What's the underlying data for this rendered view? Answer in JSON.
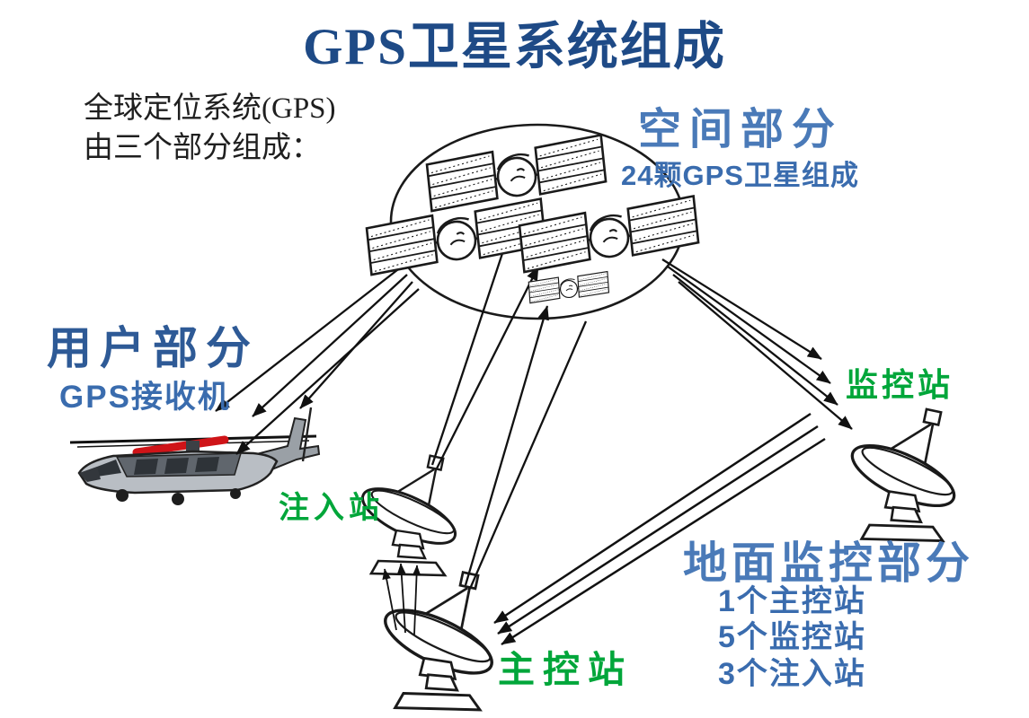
{
  "title": "GPS卫星系统组成",
  "intro": {
    "line1": "全球定位系统(GPS)",
    "line2": "由三个部分组成："
  },
  "space_segment": {
    "heading": "空间部分",
    "detail": "24颗GPS卫星组成"
  },
  "user_segment": {
    "heading": "用户部分",
    "detail": "GPS接收机"
  },
  "ground_segment": {
    "heading": "地面监控部分",
    "items": [
      "1个主控站",
      "5个监控站",
      "3个注入站"
    ]
  },
  "stations": {
    "injection": "注入站",
    "monitor": "监控站",
    "master": "主控站"
  },
  "icons": {
    "orbit_circle": "satellite-constellation-circle",
    "satellite": "gps-satellite-icon",
    "helicopter": "helicopter-receiver-icon",
    "dish": "ground-station-dish-icon",
    "arrow": "signal-arrow"
  },
  "colors": {
    "title_blue": "#1e4a86",
    "heading_blue": "#4a7ab8",
    "info_blue": "#3a6cae",
    "user_blue": "#2e5a96",
    "station_green": "#00a63a",
    "ink_black": "#1f1f1f",
    "rotor_red": "#cf1418",
    "heli_gray": "#b9bec4"
  }
}
